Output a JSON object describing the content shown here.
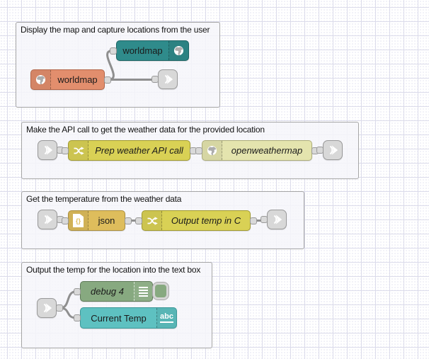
{
  "canvas": {
    "background": "#ffffff",
    "grid_line_color": "#dcdceb",
    "wire_color": "#8f8f8f"
  },
  "groups": [
    {
      "title": "Display the map and capture locations from the user"
    },
    {
      "title": "Make the API call to get the weather data for the provided location"
    },
    {
      "title": "Get the temperature from the weather data"
    },
    {
      "title": "Output the temp for the location into the text box"
    }
  ],
  "nodes": {
    "worldmap_out": {
      "label": "worldmap",
      "color": "#e28e6d",
      "border": "#b2664a",
      "icon": "globe-icon"
    },
    "worldmap_in": {
      "label": "worldmap",
      "color": "#2f8b8b",
      "border": "#1d6363",
      "icon": "globe-icon"
    },
    "prep_weather_fn": {
      "label": "Prep weather API call",
      "color": "#d9d155",
      "border": "#a19a30",
      "icon": "shuffle-icon"
    },
    "openweathermap": {
      "label": "openweathermap",
      "color": "#e4e4ae",
      "border": "#adad7a",
      "icon": "globe-icon"
    },
    "json": {
      "label": "json",
      "color": "#debd5c",
      "border": "#aa8e3e",
      "icon": "json-file-icon",
      "icon_text": "{}"
    },
    "output_temp_fn": {
      "label": "Output temp in C",
      "color": "#d9d155",
      "border": "#a19a30",
      "icon": "shuffle-icon"
    },
    "debug": {
      "label": "debug 4",
      "color": "#87a980",
      "border": "#5e7a57",
      "icon": "debug-list-icon"
    },
    "current_temp": {
      "label": "Current Temp",
      "color": "#5ec1c1",
      "border": "#3b9797",
      "icon": "abc-icon",
      "icon_text": "abc"
    },
    "link": {
      "color": "#d8d8d8",
      "border": "#999999",
      "icon": "link-arrow-icon"
    }
  }
}
